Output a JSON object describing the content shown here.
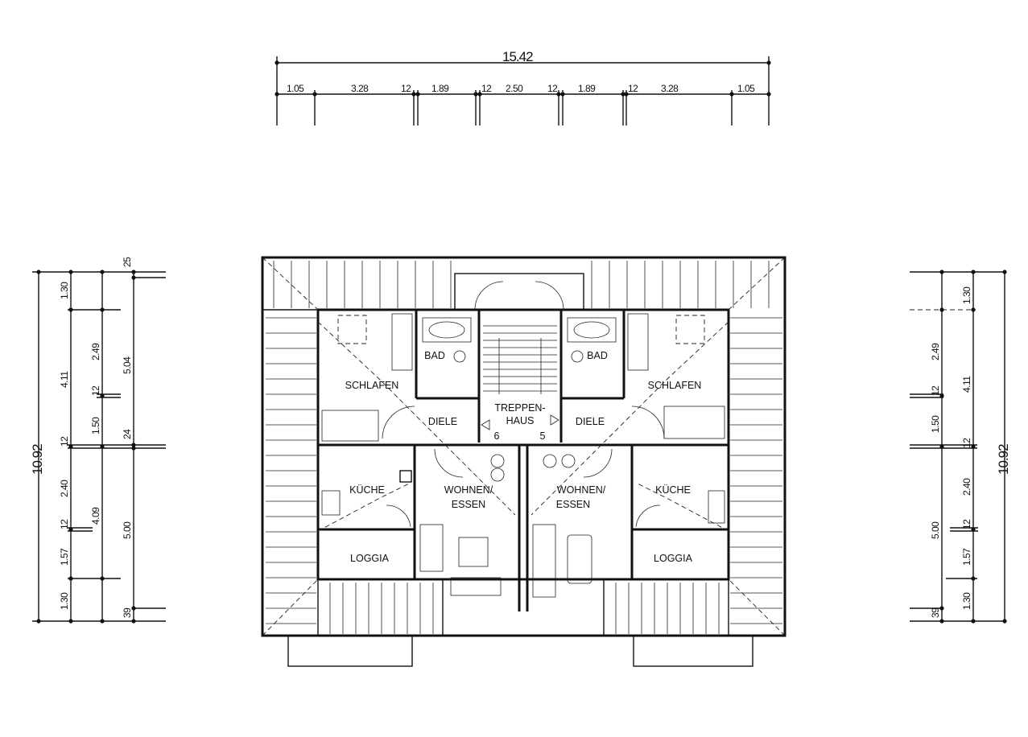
{
  "top_dimensions": {
    "total": "15.42",
    "segments": [
      "1.05",
      "3.28",
      "12",
      "1.89",
      "12",
      "2.50",
      "12",
      "1.89",
      "12",
      "3.28",
      "1.05"
    ]
  },
  "left_dimensions": {
    "total": "10.92",
    "chain_a": [
      "1.30",
      "4.11",
      "12",
      "2.40",
      "12",
      "1.57",
      "1.30"
    ],
    "chain_b": [
      "2.49",
      "12",
      "1.50",
      "4.09"
    ],
    "chain_c": [
      "25",
      "5.04",
      "24",
      "5.00",
      "39"
    ]
  },
  "right_dimensions": {
    "total": "10.92",
    "chain_a": [
      "2.49",
      "12",
      "1.50",
      "5.00",
      "39"
    ],
    "chain_b": [
      "1.30",
      "4.11",
      "12",
      "2.40",
      "12",
      "1.57",
      "1.30"
    ]
  },
  "rooms": {
    "left": {
      "schlafen": "SCHLAFEN",
      "bad": "BAD",
      "diele": "DIELE",
      "kueche": "KÜCHE",
      "wohnen_1": "WOHNEN/",
      "wohnen_2": "ESSEN",
      "loggia": "LOGGIA"
    },
    "center": {
      "treppen_1": "TREPPEN-",
      "treppen_2": "HAUS",
      "step_left": "6",
      "step_right": "5"
    },
    "right": {
      "schlafen": "SCHLAFEN",
      "bad": "BAD",
      "diele": "DIELE",
      "kueche": "KÜCHE",
      "wohnen_1": "WOHNEN/",
      "wohnen_2": "ESSEN",
      "loggia": "LOGGIA"
    }
  }
}
